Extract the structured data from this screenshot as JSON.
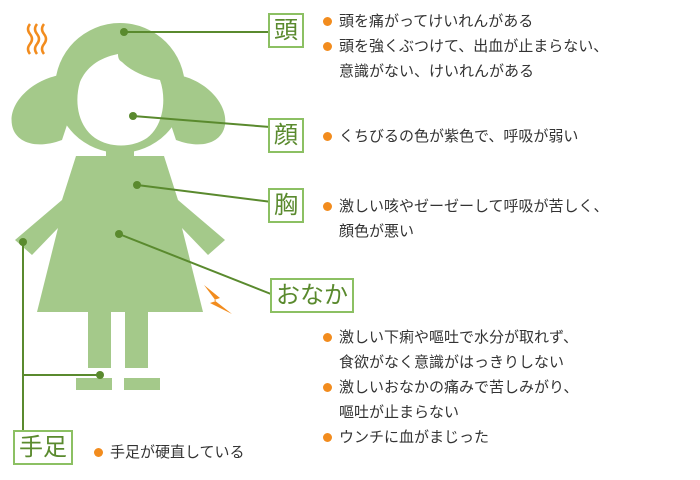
{
  "colors": {
    "figure": "#a4c98a",
    "line": "#5a8a2e",
    "label_border": "#8cc063",
    "label_text": "#5a8a2e",
    "bullet": "#f28c1e",
    "accent": "#f28c1e"
  },
  "icons": [
    "heat-waves-icon",
    "lightning-bolt-icon"
  ],
  "sections": {
    "head": {
      "label": "頭",
      "items": [
        "頭を痛がってけいれんがある",
        "頭を強くぶつけて、出血が止まらない、\n意識がない、けいれんがある"
      ]
    },
    "face": {
      "label": "顔",
      "items": [
        "くちびるの色が紫色で、呼吸が弱い"
      ]
    },
    "chest": {
      "label": "胸",
      "items": [
        "激しい咳やゼーゼーして呼吸が苦しく、\n顔色が悪い"
      ]
    },
    "stomach": {
      "label": "おなか",
      "items": [
        "激しい下痢や嘔吐で水分が取れず、\n食欲がなく意識がはっきりしない",
        "激しいおなかの痛みで苦しみがり、\n嘔吐が止まらない",
        "ウンチに血がまじった"
      ]
    },
    "limbs": {
      "label": "手足",
      "items": [
        "手足が硬直している"
      ]
    }
  }
}
